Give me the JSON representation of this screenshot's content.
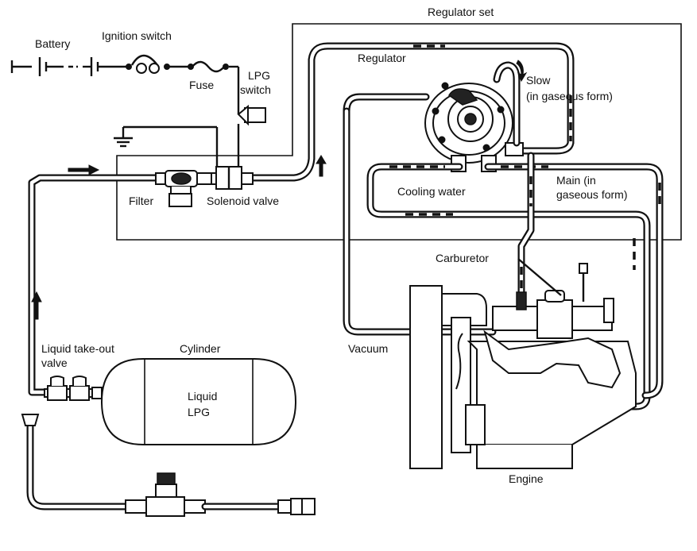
{
  "labels": {
    "battery": "Battery",
    "ignition_switch": "Ignition switch",
    "fuse": "Fuse",
    "lpg_switch_line1": "LPG",
    "lpg_switch_line2": "switch",
    "regulator_set": "Regulator set",
    "regulator": "Regulator",
    "slow_line1": "Slow",
    "slow_line2": "(in gaseous form)",
    "filter": "Filter",
    "solenoid_valve": "Solenoid valve",
    "cooling_water": "Cooling water",
    "main_line1": "Main (in",
    "main_line2": "gaseous form)",
    "carburetor": "Carburetor",
    "vacuum": "Vacuum",
    "liquid_takeout_line1": "Liquid take-out",
    "liquid_takeout_line2": "valve",
    "cylinder": "Cylinder",
    "liquid_lpg_line1": "Liquid",
    "liquid_lpg_line2": "LPG",
    "engine": "Engine"
  }
}
